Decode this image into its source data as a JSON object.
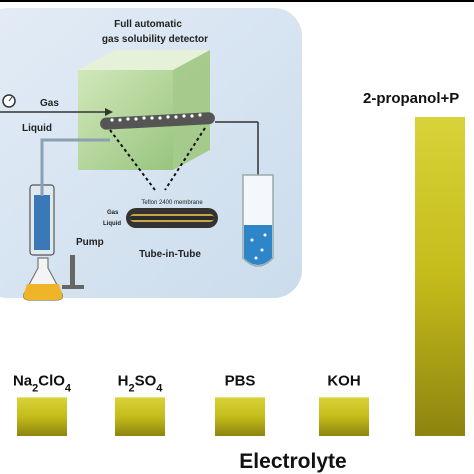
{
  "chart_data": {
    "type": "bar",
    "xlabel": "Electrolyte",
    "categories": [
      "Na2ClO4",
      "H2SO4",
      "PBS",
      "KOH",
      "2-propanol+P"
    ],
    "values": [
      4,
      4,
      4,
      4,
      33
    ],
    "ylim": [
      0,
      42
    ],
    "bar_color": "#c8c01a",
    "grid": false
  },
  "inset": {
    "title_line1": "Full automatic",
    "title_line2": "gas solubility detector",
    "gas_label": "Gas",
    "liquid_label": "Liquid",
    "membrane_label": "Teflon 2400 membrane",
    "tube_gas_label": "Gas",
    "tube_liquid_label": "Liquid",
    "tube_in_tube_label": "Tube-in-Tube",
    "pump_label": "Pump"
  }
}
